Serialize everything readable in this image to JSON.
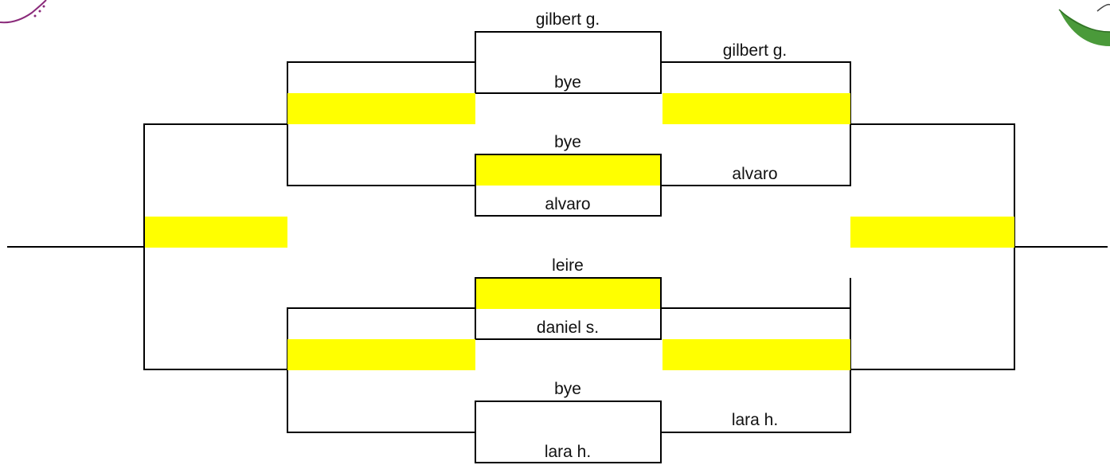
{
  "colors": {
    "line": "#000000",
    "highlight": "#ffff00",
    "text": "#111111",
    "logo_left": "#8a2a7a",
    "logo_right": "#4a9a3a"
  },
  "logos": {
    "left_icon": "badge-emblem",
    "right_icon": "leaf-emblem"
  },
  "bracket": {
    "round1": {
      "match1": {
        "top": "gilbert g.",
        "bottom": "bye"
      },
      "match2": {
        "top": "bye",
        "bottom": "alvaro"
      },
      "match3": {
        "top": "leire",
        "bottom": "daniel s."
      },
      "match4": {
        "top": "bye",
        "bottom": "lara h."
      }
    },
    "round2": {
      "right_winners": [
        "gilbert g.",
        "alvaro",
        "lara h."
      ]
    }
  }
}
